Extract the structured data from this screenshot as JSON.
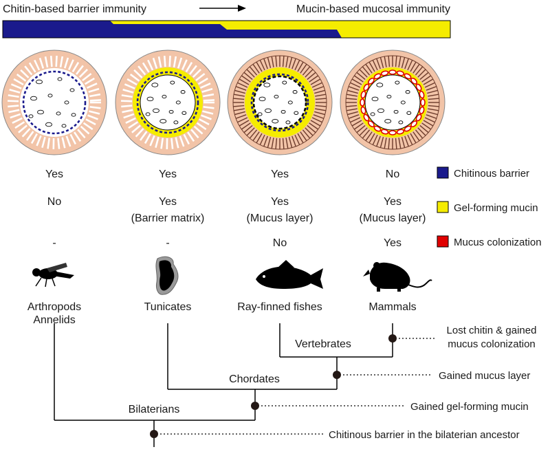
{
  "header": {
    "left_label": "Chitin-based barrier immunity",
    "right_label": "Mucin-based mucosal immunity",
    "arrow_icon": "right-arrow-icon"
  },
  "colors": {
    "chitin": "#1a1a8c",
    "mucin": "#f5ec00",
    "colonization": "#e00000",
    "epithelium": "#f2c4a8",
    "brush": "#6b3a2a"
  },
  "columns": [
    {
      "chitin": "Yes",
      "mucin1": "No",
      "mucin2": "",
      "colonization": "-",
      "taxon1": "Arthropods",
      "taxon2": "Annelids",
      "silhouette": "fly-icon"
    },
    {
      "chitin": "Yes",
      "mucin1": "Yes",
      "mucin2": "(Barrier matrix)",
      "colonization": "-",
      "taxon1": "Tunicates",
      "taxon2": "",
      "silhouette": "tunicate-icon"
    },
    {
      "chitin": "Yes",
      "mucin1": "Yes",
      "mucin2": "(Mucus layer)",
      "colonization": "No",
      "taxon1": "Ray-finned fishes",
      "taxon2": "",
      "silhouette": "fish-icon"
    },
    {
      "chitin": "No",
      "mucin1": "Yes",
      "mucin2": "(Mucus layer)",
      "colonization": "Yes",
      "taxon1": "Mammals",
      "taxon2": "",
      "silhouette": "mouse-icon"
    }
  ],
  "legend": [
    {
      "label": "Chitinous barrier",
      "color": "#1a1a8c"
    },
    {
      "label": "Gel-forming mucin",
      "color": "#f5ec00"
    },
    {
      "label": "Mucus colonization",
      "color": "#e00000"
    }
  ],
  "tree": {
    "clades": [
      "Vertebrates",
      "Chordates",
      "Bilaterians"
    ],
    "events": [
      {
        "line1": "Lost chitin & gained",
        "line2": "mucus colonization"
      },
      {
        "line1": "Gained mucus layer",
        "line2": ""
      },
      {
        "line1": "Gained gel-forming mucin",
        "line2": ""
      },
      {
        "line1": "Chitinous barrier in the bilaterian ancestor",
        "line2": ""
      }
    ]
  }
}
